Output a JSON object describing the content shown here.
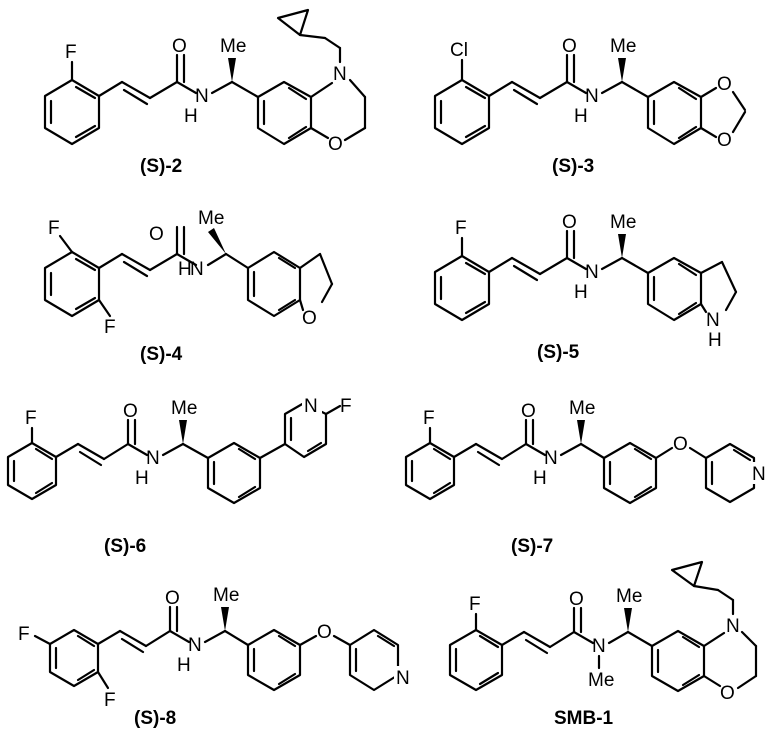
{
  "compounds": [
    {
      "label": "(S)-2",
      "F": "F",
      "O": "O",
      "NH": "N",
      "H": "H",
      "Me": "Me",
      "ring_N": "N",
      "ring_O": "O"
    },
    {
      "label": "(S)-3",
      "Cl": "Cl",
      "O": "O",
      "NH": "N",
      "H": "H",
      "Me": "Me",
      "O1": "O",
      "O2": "O"
    },
    {
      "label": "(S)-4",
      "F1": "F",
      "F2": "F",
      "O": "O",
      "NH": "N",
      "H": "H",
      "Me": "Me",
      "ring_O": "O"
    },
    {
      "label": "(S)-5",
      "F": "F",
      "O": "O",
      "NH": "N",
      "H": "H",
      "Me": "Me",
      "ring_N": "N",
      "ring_H": "H"
    },
    {
      "label": "(S)-6",
      "F": "F",
      "O": "O",
      "NH": "N",
      "H": "H",
      "Me": "Me",
      "pyr_N": "N",
      "pyr_F": "F"
    },
    {
      "label": "(S)-7",
      "F": "F",
      "O": "O",
      "NH": "N",
      "H": "H",
      "Me": "Me",
      "ether_O": "O",
      "pyr_N": "N"
    },
    {
      "label": "(S)-8",
      "F1": "F",
      "F2": "F",
      "O": "O",
      "NH": "N",
      "H": "H",
      "Me": "Me",
      "ether_O": "O",
      "pyr_N": "N"
    },
    {
      "label": "SMB-1",
      "F": "F",
      "O": "O",
      "N": "N",
      "Me_N": "Me",
      "Me": "Me",
      "ring_N": "N",
      "ring_O": "O"
    }
  ]
}
